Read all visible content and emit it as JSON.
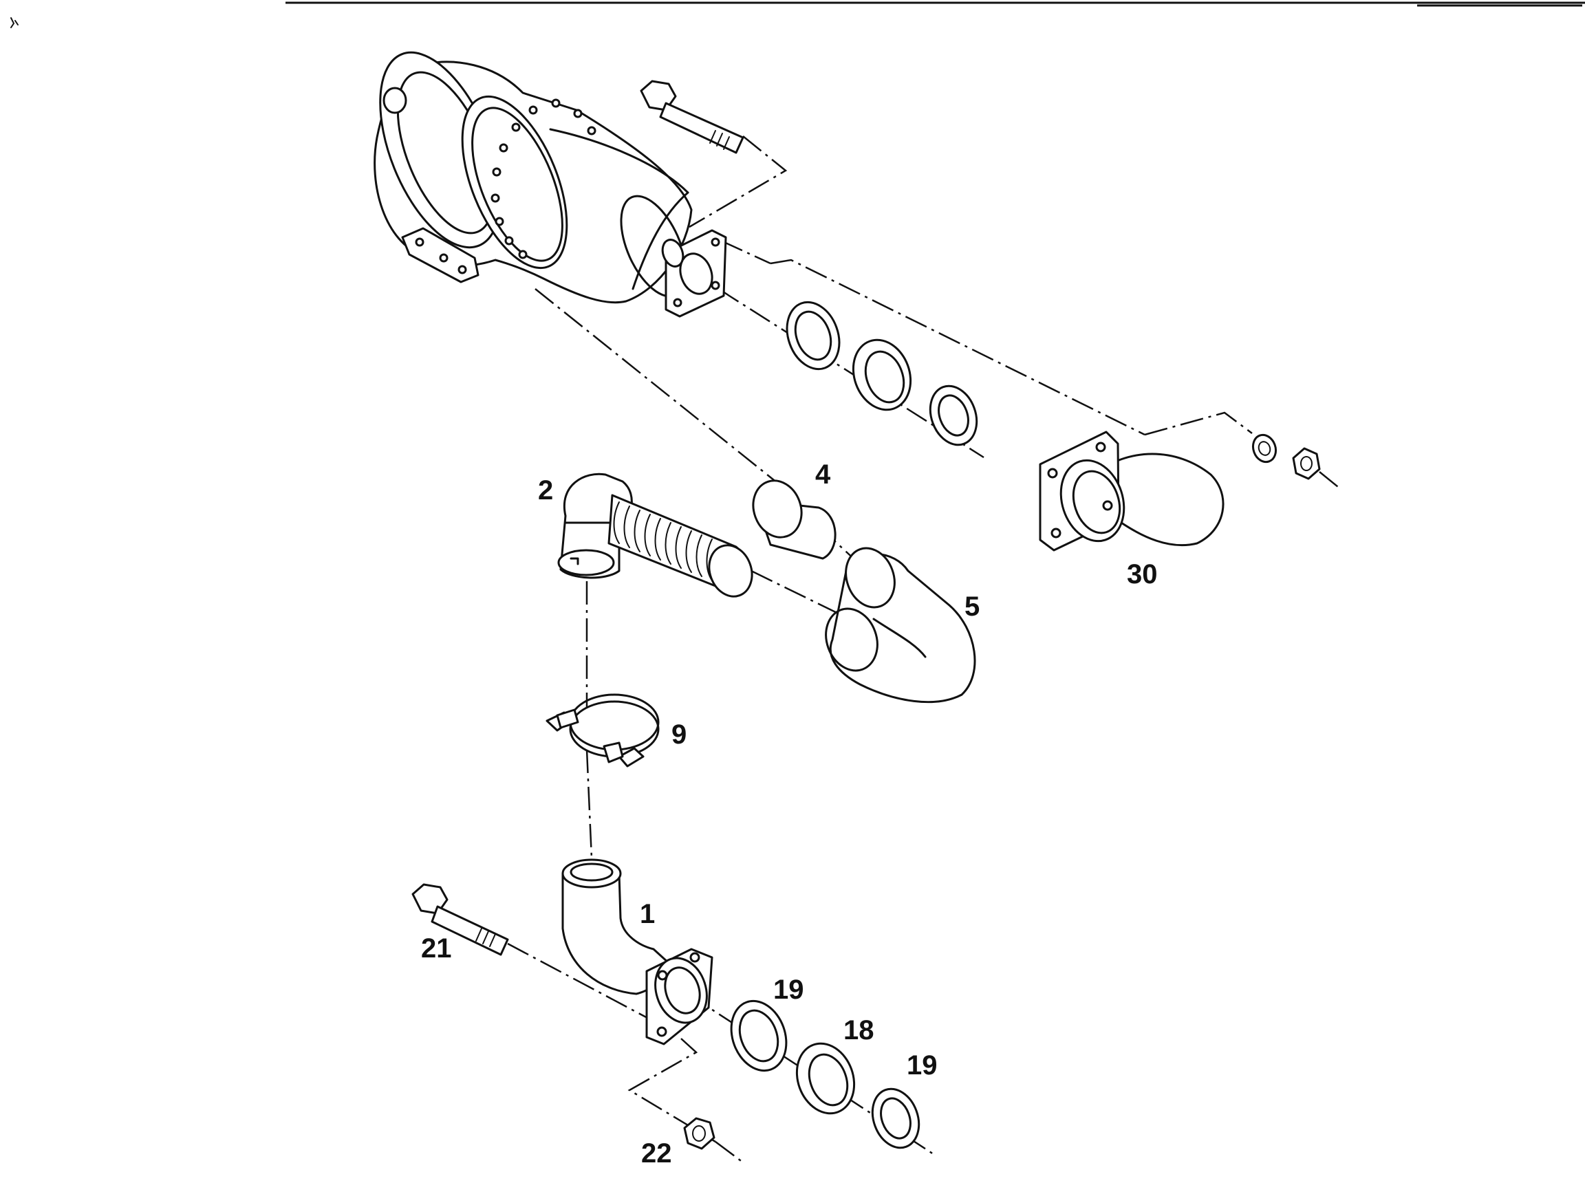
{
  "diagram": {
    "callouts": {
      "part_1": "1",
      "part_2": "2",
      "part_4": "4",
      "part_5": "5",
      "part_9": "9",
      "part_18": "18",
      "part_19_upper": "19",
      "part_19_lower": "19",
      "part_21": "21",
      "part_22": "22",
      "part_30": "30"
    },
    "components": [
      "air-cleaner",
      "bolt",
      "flange-elbow",
      "seal-ring",
      "washer",
      "nut",
      "elbow-hose",
      "corrugated-hose",
      "sleeve",
      "u-bend-hose",
      "hose-clamp",
      "elbow-pipe-with-flange"
    ]
  }
}
